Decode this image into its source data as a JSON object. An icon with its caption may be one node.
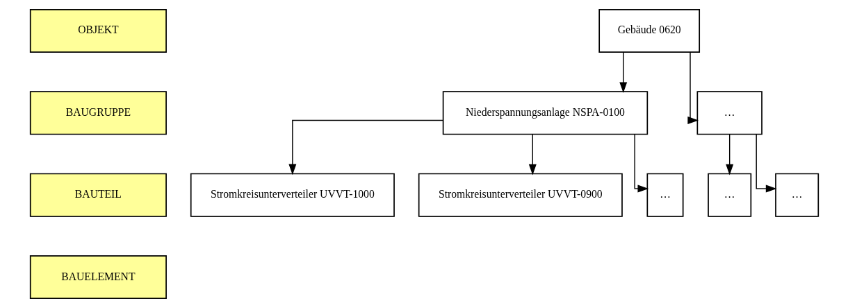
{
  "diagram": {
    "nodes": [
      {
        "text": [
          "OBJEKT"
        ]
      },
      {
        "text": [
          "Gebäude 0620"
        ]
      },
      {
        "text": [
          "BAUGRUPPE"
        ]
      },
      {
        "text": [
          "Niederspannungsanlage NSPA-0100"
        ]
      },
      {
        "text": [
          "…"
        ]
      },
      {
        "text": [
          "BAUTEIL"
        ]
      },
      {
        "text": [
          "Stromkreisunterverteiler UVVT-1000"
        ]
      },
      {
        "text": [
          "Stromkreisunterverteiler UVVT-0900"
        ]
      },
      {
        "text": [
          "…"
        ]
      },
      {
        "text": [
          "…"
        ]
      },
      {
        "text": [
          "…"
        ]
      },
      {
        "text": [
          "BAUELEMENT"
        ]
      }
    ],
    "edges": [
      {
        "from": 1,
        "to": 3,
        "arrow": "to"
      },
      {
        "from": 1,
        "to": 4,
        "arrow": "to"
      },
      {
        "from": 3,
        "to": 6,
        "arrow": "to"
      },
      {
        "from": 3,
        "to": 7,
        "arrow": "to"
      },
      {
        "from": 3,
        "to": 8,
        "arrow": "to"
      },
      {
        "from": 4,
        "to": 9,
        "arrow": "to"
      },
      {
        "from": 4,
        "to": 10,
        "arrow": "to"
      }
    ]
  }
}
